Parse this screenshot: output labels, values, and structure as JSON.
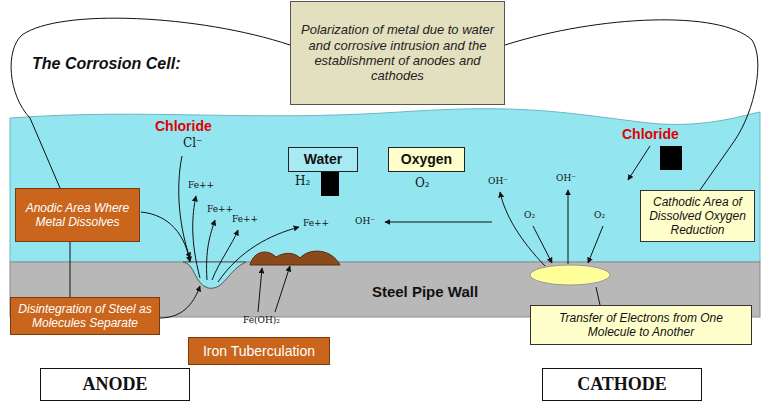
{
  "diagram": {
    "title": "The Corrosion Cell:",
    "nodes": [
      {
        "text": [
          "Polarization of metal due to water and corrosive intrusion and the establishment of anodes and cathodes"
        ]
      },
      {
        "text": [
          "Water"
        ]
      },
      {
        "text": [
          "Oxygen"
        ]
      },
      {
        "text": [
          "Anodic Area Where Metal Dissolves"
        ]
      },
      {
        "text": [
          "Steel Pipe Wall"
        ]
      },
      {
        "text": [
          "Cathodic Area of Dissolved Oxygen Reduction"
        ]
      },
      {
        "text": [
          "Disintegration of Steel as Molecules Separate"
        ]
      },
      {
        "text": [
          "Iron Tuberculation"
        ]
      },
      {
        "text": [
          "Transfer of Electrons from One Molecule to Another"
        ]
      },
      {
        "text": [
          "ANODE"
        ]
      },
      {
        "text": [
          "CATHODE"
        ]
      }
    ],
    "labels": [
      "Chloride",
      "Cl⁻",
      "H₂",
      "O₂",
      "Chloride",
      "Fe++",
      "Fe++",
      "Fe++",
      "Fe++",
      "OH⁻",
      "OH⁻",
      "OH⁻",
      "O₂",
      "O₂",
      "Fe(OH)₂"
    ]
  }
}
